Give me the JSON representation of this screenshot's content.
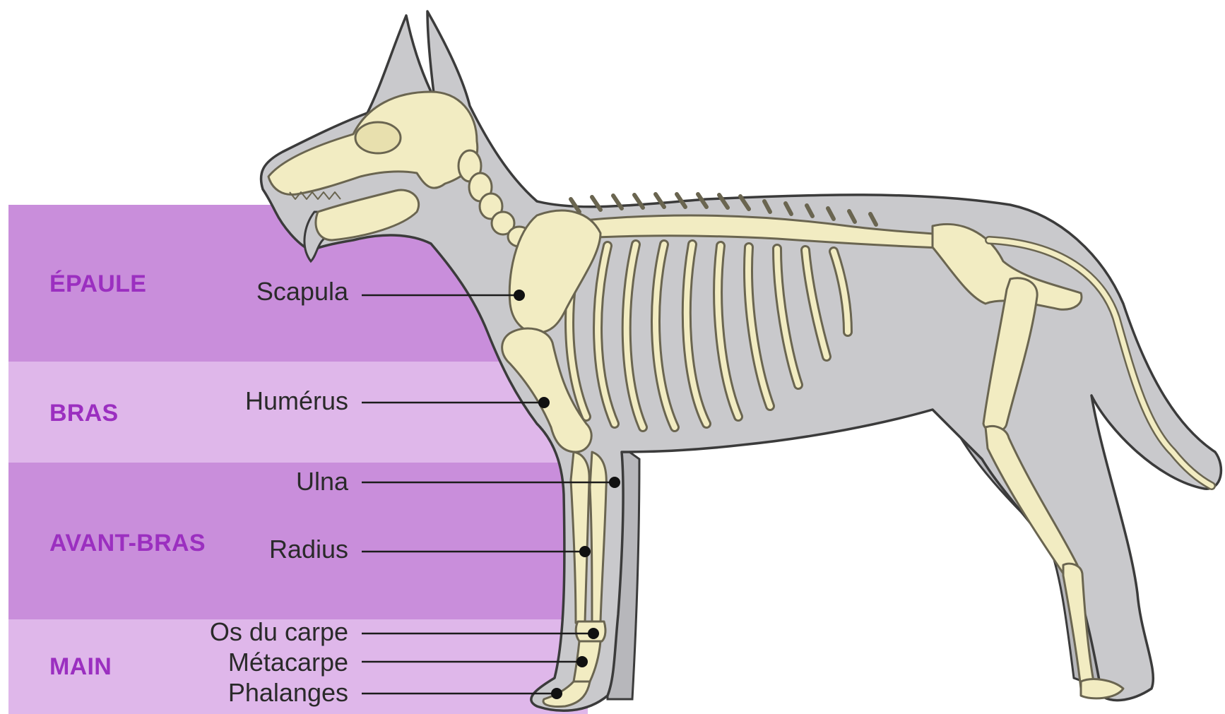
{
  "colors": {
    "band_dark": "#c98edb",
    "band_light": "#dfb7ea",
    "region_text": "#9b2fc0",
    "body": "#c9c9cc",
    "body_outline": "#3b3b3b",
    "bone": "#f2ecc2",
    "bone_outline": "#6a6550",
    "leader": "#1c1c1c"
  },
  "regions": [
    {
      "key": "epaule",
      "label": "ÉPAULE",
      "shade": "dark"
    },
    {
      "key": "bras",
      "label": "BRAS",
      "shade": "light"
    },
    {
      "key": "avant_bras",
      "label": "AVANT-BRAS",
      "shade": "dark"
    },
    {
      "key": "main",
      "label": "MAIN",
      "shade": "light"
    }
  ],
  "bones": [
    {
      "key": "scapula",
      "label": "Scapula"
    },
    {
      "key": "humerus",
      "label": "Humérus"
    },
    {
      "key": "ulna",
      "label": "Ulna"
    },
    {
      "key": "radius",
      "label": "Radius"
    },
    {
      "key": "carpe",
      "label": "Os du carpe"
    },
    {
      "key": "metacarpe",
      "label": "Métacarpe"
    },
    {
      "key": "phalanges",
      "label": "Phalanges"
    }
  ]
}
